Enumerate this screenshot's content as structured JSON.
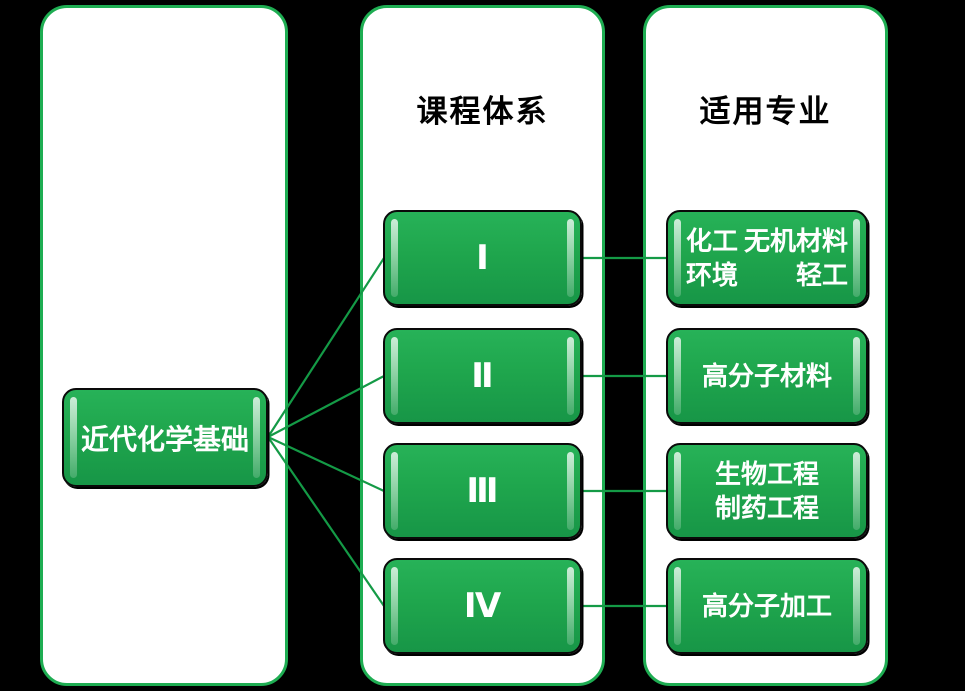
{
  "colors": {
    "background": "#000000",
    "panel_border": "#1ead52",
    "panel_fill": "#ffffff",
    "box_fill": "#1fa64d",
    "box_border": "#0a0a0a",
    "connector": "#149a46",
    "box_text": "#ffffff",
    "title_text": "#000000"
  },
  "left_panel": {
    "box_label": "近代化学基础"
  },
  "middle_panel": {
    "title": "课程体系",
    "boxes": [
      {
        "label": "Ⅰ"
      },
      {
        "label": "Ⅱ"
      },
      {
        "label": "Ⅲ"
      },
      {
        "label": "Ⅳ"
      }
    ]
  },
  "right_panel": {
    "title": "适用专业",
    "boxes": [
      {
        "line1_left": "化工",
        "line1_right": "无机材料",
        "line2_left": "环境",
        "line2_right": "轻工"
      },
      {
        "line1": "高分子材料"
      },
      {
        "line1": "生物工程",
        "line2": "制药工程"
      },
      {
        "line1": "高分子加工"
      }
    ]
  }
}
